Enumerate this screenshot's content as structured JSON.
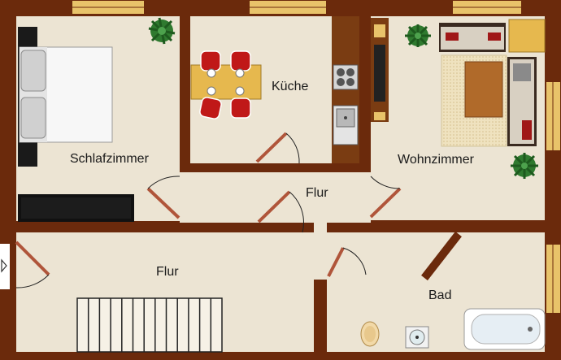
{
  "plan": {
    "rooms": {
      "schlafzimmer": "Schlafzimmer",
      "kueche": "Küche",
      "wohnzimmer": "Wohnzimmer",
      "flur_upper": "Flur",
      "flur_lower": "Flur",
      "bad": "Bad"
    },
    "colors": {
      "wall": "#6b2a0c",
      "floor": "#ece4d3",
      "door": "#b0553a",
      "window": "#e8c36a",
      "plant": "#2f7a2f"
    },
    "icons": [
      "bed-icon",
      "plant-icon",
      "dining-table-icon",
      "stove-icon",
      "sink-icon",
      "tv-icon",
      "sofa-icon",
      "rug-icon",
      "bathtub-icon",
      "toilet-icon",
      "washbasin-icon",
      "stairs-icon",
      "sideboard-icon",
      "kitchen-counter-icon"
    ]
  }
}
